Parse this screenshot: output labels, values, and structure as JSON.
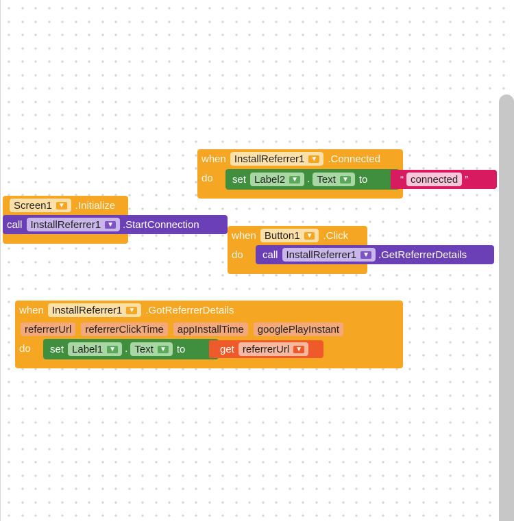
{
  "blocks": {
    "connected_event": {
      "when_label": "when",
      "component": "InstallReferrer1",
      "event": ".Connected",
      "do_label": "do",
      "set_label": "set",
      "target": "Label2",
      "dot": ".",
      "property": "Text",
      "to_label": "to",
      "string_value": "connected"
    },
    "screen_initialize": {
      "component": "Screen1",
      "event": ".Initialize",
      "call_label": "call",
      "call_component": "InstallReferrer1",
      "method": ".StartConnection"
    },
    "button_click": {
      "when_label": "when",
      "component": "Button1",
      "event": ".Click",
      "do_label": "do",
      "call_label": "call",
      "call_component": "InstallReferrer1",
      "method": ".GetReferrerDetails"
    },
    "got_referrer": {
      "when_label": "when",
      "component": "InstallReferrer1",
      "event": ".GotReferrerDetails",
      "params": [
        "referrerUrl",
        "referrerClickTime",
        "appInstallTime",
        "googlePlayInstant"
      ],
      "do_label": "do",
      "set_label": "set",
      "target": "Label1",
      "dot": ".",
      "property": "Text",
      "to_label": "to",
      "get_label": "get",
      "get_var": "referrerUrl"
    }
  },
  "icons": {
    "dropdown": "▼",
    "open_quote": "“",
    "close_quote": "”"
  },
  "colors": {
    "event": "#f5a623",
    "set_block": "#3f8f3f",
    "call_block": "#6b3fb5",
    "text_block": "#d81b60",
    "get_block": "#ef5a2a"
  }
}
